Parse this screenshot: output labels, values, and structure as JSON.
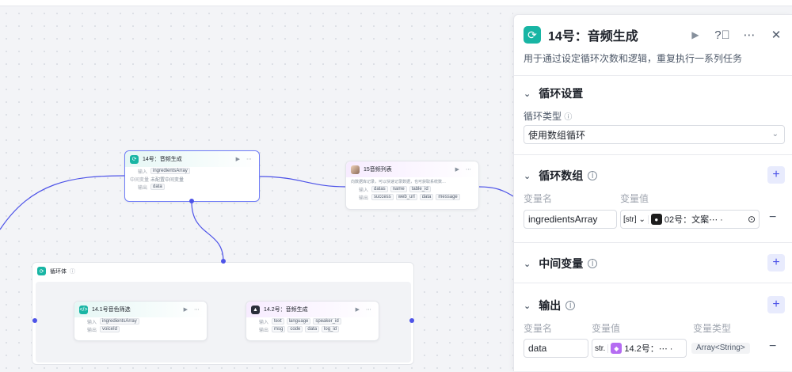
{
  "canvas": {
    "node14": {
      "title": "14号：音频生成",
      "rows": [
        {
          "label": "输入",
          "chips": [
            "ingredientsArray"
          ]
        },
        {
          "label": "中间变量",
          "text": "未配置中间变量"
        },
        {
          "label": "输出",
          "chips": [
            "data"
          ]
        }
      ]
    },
    "node15": {
      "title": "15音频列表",
      "desc": "向数据库记录，可以快速记录数据，也可获取系统数…",
      "rows": [
        {
          "label": "输入",
          "chips": [
            "datas",
            "name",
            "table_id"
          ]
        },
        {
          "label": "输出",
          "chips": [
            "success",
            "web_url",
            "data",
            "message"
          ]
        }
      ]
    },
    "loop": {
      "title": "循环体"
    },
    "node141": {
      "title": "14.1号音色筛选",
      "rows": [
        {
          "label": "输入",
          "chips": [
            "ingredientsArray"
          ]
        },
        {
          "label": "输出",
          "chips": [
            "voiceId"
          ]
        }
      ]
    },
    "node142": {
      "title": "14.2号：音频生成",
      "rows": [
        {
          "label": "输入",
          "chips": [
            "text",
            "language",
            "speaker_id"
          ]
        },
        {
          "label": "输出",
          "chips": [
            "msg",
            "code",
            "data",
            "log_id"
          ]
        }
      ]
    }
  },
  "panel": {
    "title": "14号：音频生成",
    "description": "用于通过设定循环次数和逻辑，重复执行一系列任务",
    "loop_settings": {
      "heading": "循环设置",
      "type_label": "循环类型",
      "type_value": "使用数组循环"
    },
    "loop_array": {
      "heading": "循环数组",
      "col_name": "变量名",
      "col_value": "变量值",
      "var_name": "ingredientsArray",
      "type_short": "[str]",
      "ref_text": "02号：文案⋯ · "
    },
    "intermediate": {
      "heading": "中间变量"
    },
    "output": {
      "heading": "输出",
      "col_name": "变量名",
      "col_value": "变量值",
      "col_type": "变量类型",
      "var_name": "data",
      "type_short": "str.",
      "ref_text": "14.2号：⋯ · ",
      "var_type": "Array<String>"
    }
  },
  "colors": {
    "accent": "#4d53e8",
    "teal": "#18b5a4"
  }
}
